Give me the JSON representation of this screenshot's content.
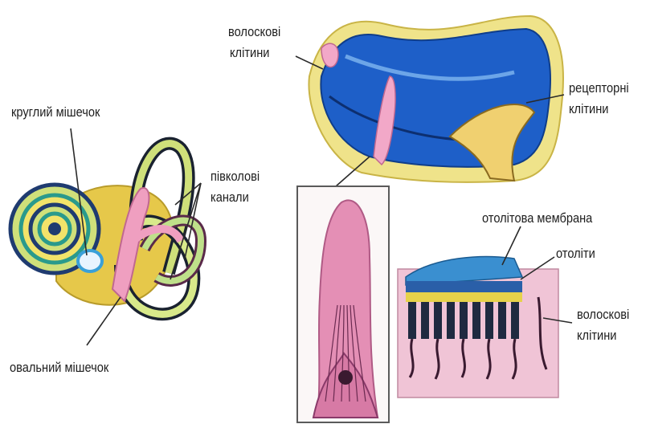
{
  "labels": {
    "round_sac": "круглий мішечок",
    "oval_sac": "овальний мішечок",
    "canals_1": "півколові",
    "canals_2": "канали",
    "hair_cells_top_1": "волоскові",
    "hair_cells_top_2": "клітини",
    "receptor_cells_1": "рецепторні",
    "receptor_cells_2": "клітини",
    "otolith_membrane": "отолітова мембрана",
    "otoliths": "отоліти",
    "hair_cells_bottom_1": "волоскові",
    "hair_cells_bottom_2": "клітини"
  },
  "colors": {
    "endolymph_blue": "#1e5fc8",
    "membrane_yellow": "#e9d860",
    "tissue_pink": "#e89ab8",
    "canal_green": "#cfe07a",
    "dark_stripe": "#2b3340",
    "leader_line": "#2a2a2a"
  }
}
